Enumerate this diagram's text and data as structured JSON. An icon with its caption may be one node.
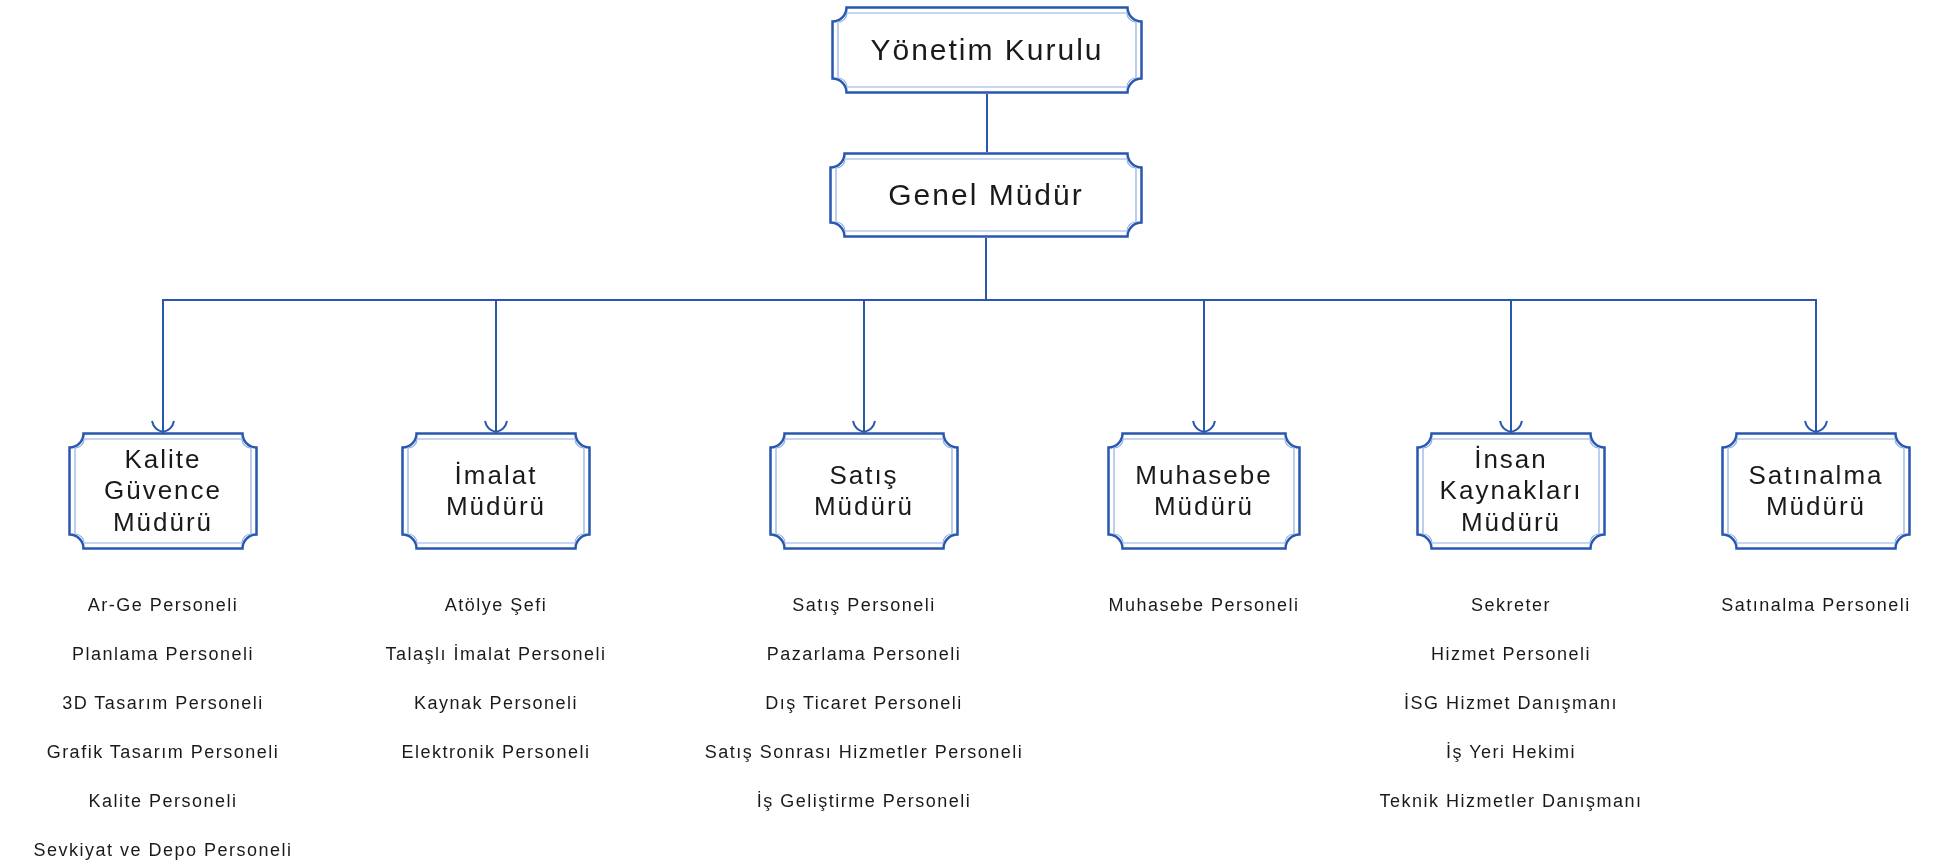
{
  "diagram": {
    "nodes": [
      {
        "text": [
          "Yönetim Kurulu"
        ]
      },
      {
        "text": [
          "Genel Müdür"
        ]
      },
      {
        "text": [
          "Kalite Güvence Müdürü"
        ],
        "beside": [
          "Ar-Ge Personeli",
          "Planlama Personeli",
          "3D Tasarım Personeli",
          "Grafik Tasarım Personeli",
          "Kalite Personeli",
          "Sevkiyat ve Depo Personeli"
        ]
      },
      {
        "text": [
          "İmalat Müdürü"
        ],
        "beside": [
          "Atölye Şefi",
          "Talaşlı İmalat Personeli",
          "Kaynak Personeli",
          "Elektronik Personeli"
        ]
      },
      {
        "text": [
          "Satış Müdürü"
        ],
        "beside": [
          "Satış Personeli",
          "Pazarlama Personeli",
          "Dış Ticaret Personeli",
          "Satış Sonrası Hizmetler Personeli",
          "İş Geliştirme Personeli"
        ]
      },
      {
        "text": [
          "Muhasebe Müdürü"
        ],
        "beside": [
          "Muhasebe Personeli"
        ]
      },
      {
        "text": [
          "İnsan Kaynakları Müdürü"
        ],
        "beside": [
          "Sekreter",
          "Hizmet Personeli",
          "İSG Hizmet Danışmanı",
          "İş Yeri Hekimi",
          "Teknik Hizmetler Danışmanı"
        ]
      },
      {
        "text": [
          "Satınalma Müdürü"
        ],
        "beside": [
          "Satınalma Personeli"
        ]
      }
    ],
    "edges": [
      {
        "from": 0,
        "to": 1,
        "arrow": "none"
      },
      {
        "from": 1,
        "to": 2,
        "arrow": "to"
      },
      {
        "from": 1,
        "to": 3,
        "arrow": "to"
      },
      {
        "from": 1,
        "to": 4,
        "arrow": "to"
      },
      {
        "from": 1,
        "to": 5,
        "arrow": "to"
      },
      {
        "from": 1,
        "to": 6,
        "arrow": "to"
      },
      {
        "from": 1,
        "to": 7,
        "arrow": "to"
      }
    ]
  }
}
